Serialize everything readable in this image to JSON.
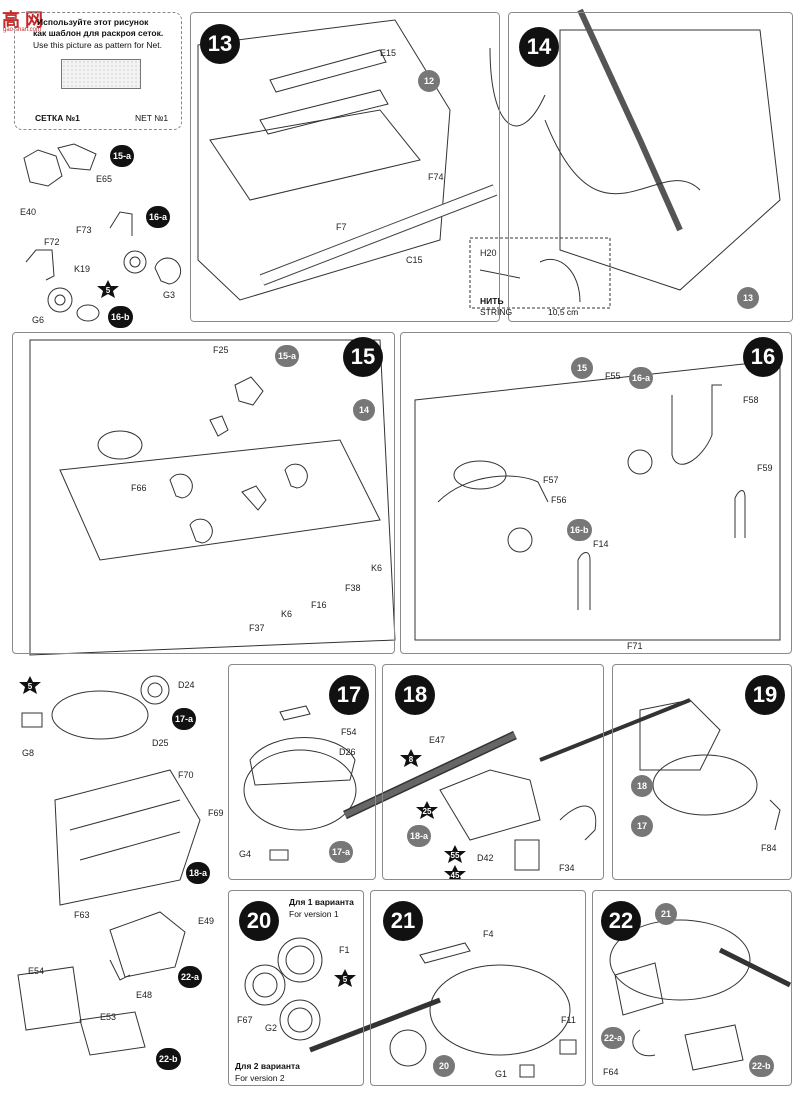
{
  "watermark": {
    "logo": "高 网",
    "url": "gao-shan.com"
  },
  "net_template": {
    "line1": "Используйте этот рисунок",
    "line2": "как шаблон для раскроя сеток.",
    "line3": "Use this picture as pattern for Net.",
    "label_ru": "СЕТКА №1",
    "label_en": "NET №1"
  },
  "steps": {
    "s13": "13",
    "s14": "14",
    "s15": "15",
    "s16": "16",
    "s17": "17",
    "s18": "18",
    "s19": "19",
    "s20": "20",
    "s21": "21",
    "s22": "22"
  },
  "subassemblies": {
    "a15a": "15-a",
    "a16a": "16-a",
    "a16b": "16-b",
    "a17a": "17-a",
    "a18a": "18-a",
    "a22a": "22-a",
    "a22b": "22-b"
  },
  "refs": {
    "r12": "12",
    "r13": "13",
    "r14": "14",
    "r15": "15",
    "r15a": "15-a",
    "r16a": "16-a",
    "r16b": "16-b",
    "r17": "17",
    "r17a": "17-a",
    "r18": "18",
    "r18a": "18-a",
    "r20": "20",
    "r21": "21",
    "r22a": "22-a",
    "r22b": "22-b"
  },
  "stars": {
    "s5": "5",
    "s8": "8",
    "s25": "25",
    "s55": "55",
    "s45": "45"
  },
  "parts": {
    "E15": "E15",
    "F74": "F74",
    "F7": "F7",
    "C15": "C15",
    "E40": "E40",
    "E65": "E65",
    "F73": "F73",
    "F72": "F72",
    "K19": "K19",
    "G3": "G3",
    "G6": "G6",
    "H20": "H20",
    "F25": "F25",
    "F66": "F66",
    "K6": "K6",
    "F37": "F37",
    "F16": "F16",
    "F38": "F38",
    "F55": "F55",
    "F58": "F58",
    "F57": "F57",
    "F56": "F56",
    "F59": "F59",
    "F14": "F14",
    "F71": "F71",
    "D24": "D24",
    "G8": "G8",
    "D25": "D25",
    "F70": "F70",
    "F69": "F69",
    "F63": "F63",
    "E49": "E49",
    "E48": "E48",
    "E54": "E54",
    "E53": "E53",
    "F54": "F54",
    "D26": "D26",
    "G4": "G4",
    "E47": "E47",
    "D42": "D42",
    "F34": "F34",
    "F84": "F84",
    "F1": "F1",
    "F67": "F67",
    "G2": "G2",
    "F4": "F4",
    "F11": "F11",
    "G1": "G1",
    "F64": "F64"
  },
  "string_note": {
    "ru": "НИТЬ",
    "en": "STRING",
    "length": "10,5 cm"
  },
  "version_notes": {
    "v1_ru": "Для 1 варианта",
    "v1_en": "For version 1",
    "v2_ru": "Для 2 варианта",
    "v2_en": "For version 2"
  }
}
